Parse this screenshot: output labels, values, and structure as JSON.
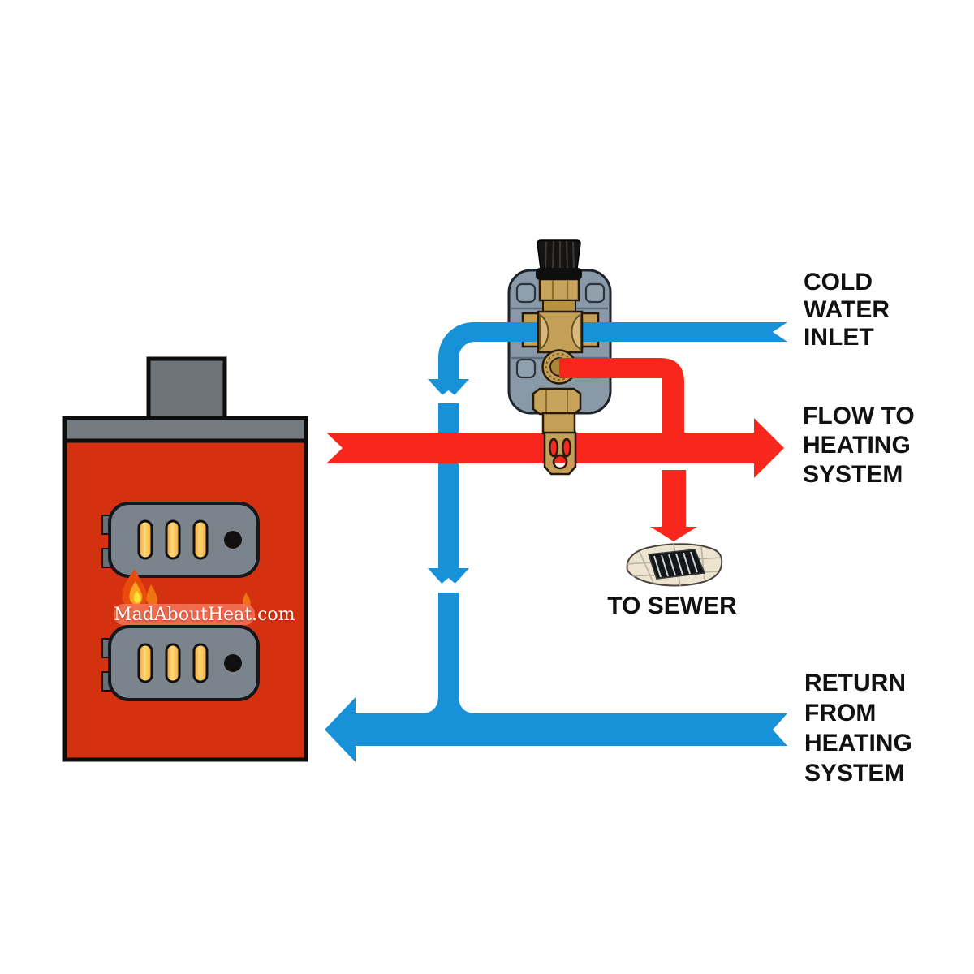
{
  "labels": {
    "cold_water_inlet": {
      "lines": [
        "COLD",
        "WATER",
        "INLET"
      ]
    },
    "flow_to_heating": {
      "lines": [
        "FLOW TO",
        "HEATING",
        "SYSTEM"
      ]
    },
    "return_from_heating": {
      "lines": [
        "RETURN",
        "FROM",
        "HEATING",
        "SYSTEM"
      ]
    },
    "to_sewer": {
      "text": "TO SEWER"
    }
  },
  "watermark": {
    "text": "MadAboutHeat.com"
  },
  "colors": {
    "cold_pipe_blue": "#1791d8",
    "hot_pipe_red": "#f7271d",
    "boiler_body_red": "#d43110",
    "boiler_top_gray": "#757b81",
    "chimney_gray": "#6d7379",
    "door_gray": "#7b838c",
    "door_slot_amber": "#f5ab3c",
    "valve_body_gray": "#8a99a7",
    "valve_brass": "#c49f57",
    "knob_black": "#161412",
    "drain_tile": "#ece4cf",
    "label_text": "#111111",
    "watermark_band": "#f4765c",
    "background": "#ffffff"
  },
  "icons": {
    "boiler-icon": "solid fuel boiler with two fire doors",
    "chimney-icon": "boiler flue stub",
    "thermal-safety-valve-icon": "brass thermal safety valve with black knob",
    "floor-drain-icon": "tiled floor drain grate",
    "flame-icon": "flames of watermark logo",
    "down-arrow-icon": "blue chevron flow arrow pointing down",
    "left-arrow-icon": "blue return arrow pointing left",
    "right-arrow-icon": "red flow arrow pointing right",
    "sewer-arrow-icon": "red discharge arrow pointing down to drain"
  }
}
